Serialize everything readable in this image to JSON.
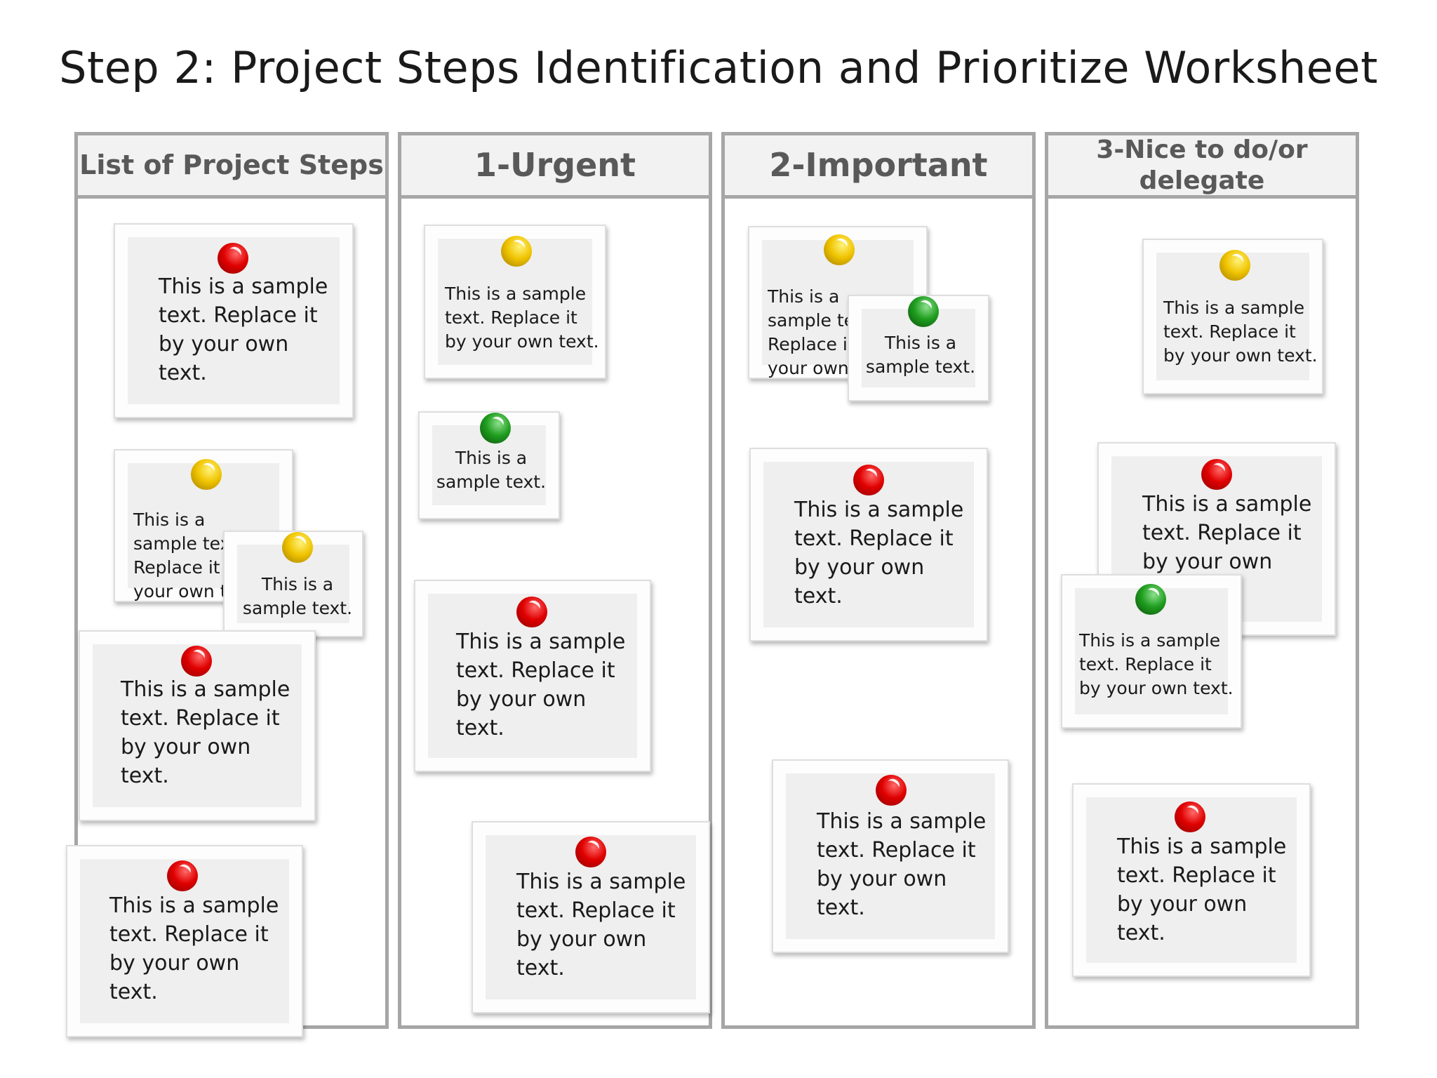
{
  "title": "Step 2: Project Steps Identification and Prioritize Worksheet",
  "columns": [
    {
      "header": "List of Project Steps",
      "notes": [
        {
          "text": "This is a sample text. Replace it by your own text.",
          "pin": "red-pushpin-icon"
        },
        {
          "text": "This is a sample text. Replace it by your own text.",
          "pin": "yellow-pushpin-icon"
        },
        {
          "text": "This is a sample text.",
          "pin": "yellow-pushpin-icon"
        },
        {
          "text": "This is a sample text. Replace it by your own text.",
          "pin": "red-pushpin-icon"
        },
        {
          "text": "This is a sample text. Replace it by your own text.",
          "pin": "red-pushpin-icon"
        }
      ]
    },
    {
      "header": "1-Urgent",
      "notes": [
        {
          "text": "This is a sample text. Replace it by your own text.",
          "pin": "yellow-pushpin-icon"
        },
        {
          "text": "This is a sample text.",
          "pin": "green-pushpin-icon"
        },
        {
          "text": "This is a sample text. Replace it by your own text.",
          "pin": "red-pushpin-icon"
        },
        {
          "text": "This is a sample text. Replace it by your own text.",
          "pin": "red-pushpin-icon"
        }
      ]
    },
    {
      "header": "2-Important",
      "notes": [
        {
          "text": "This is a sample text. Replace it by your own text.",
          "pin": "yellow-pushpin-icon"
        },
        {
          "text": "This is a sample text.",
          "pin": "green-pushpin-icon"
        },
        {
          "text": "This is a sample text. Replace it by your own text.",
          "pin": "red-pushpin-icon"
        },
        {
          "text": "This is a sample text. Replace it by your own text.",
          "pin": "red-pushpin-icon"
        }
      ]
    },
    {
      "header": "3-Nice to do/or delegate",
      "notes": [
        {
          "text": "This is a sample text. Replace it by your own text.",
          "pin": "yellow-pushpin-icon"
        },
        {
          "text": "This is a sample text. Replace it by your own text.",
          "pin": "red-pushpin-icon"
        },
        {
          "text": "This is a sample text. Replace it by your own text.",
          "pin": "green-pushpin-icon"
        },
        {
          "text": "This is a sample text. Replace it by your own text.",
          "pin": "red-pushpin-icon"
        }
      ]
    }
  ]
}
